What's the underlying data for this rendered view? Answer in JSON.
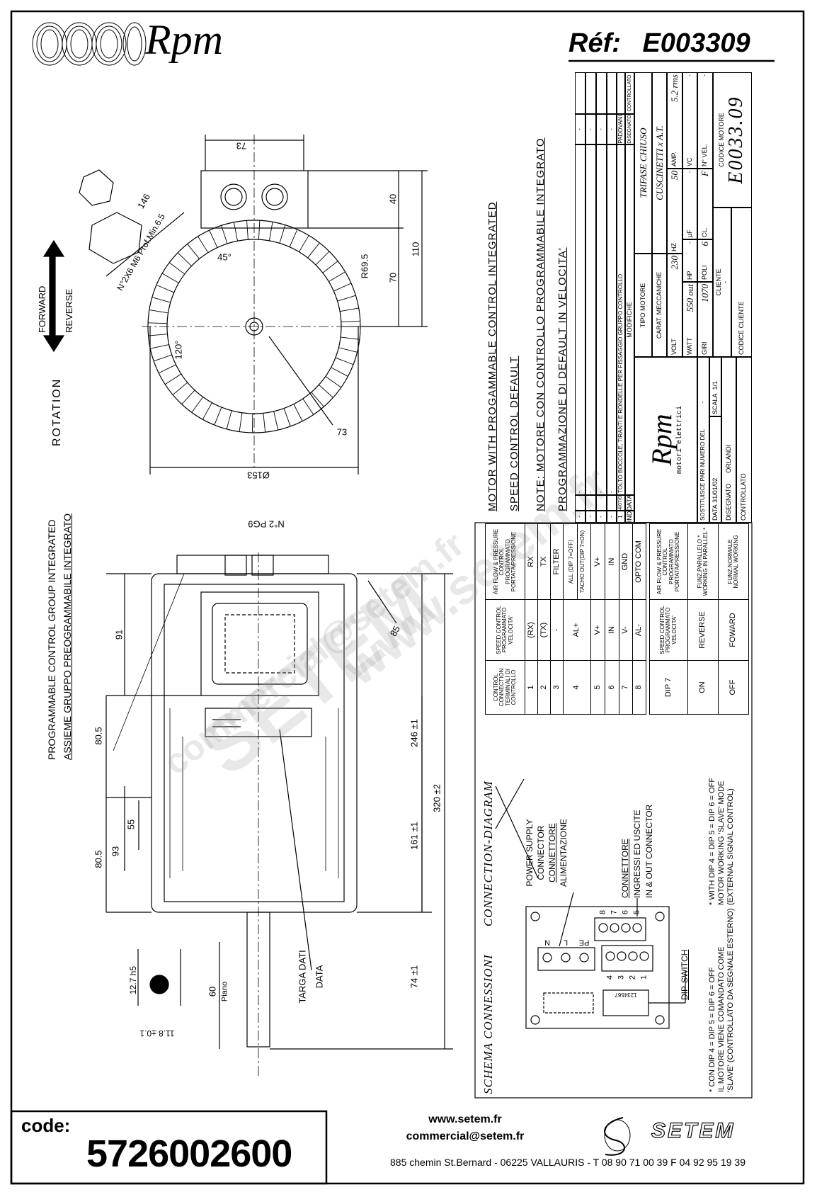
{
  "header": {
    "brand": "Rpm",
    "ref_label": "Réf:",
    "ref_value": "E003309"
  },
  "notes": [
    "MOTOR WITH PROGAMMABLE CONTROL INTEGRATED",
    "SPEED CONTROL DEFAULT",
    "NOTE: MOTORE CON CONTROLLO PROGRAMMABILE INTEGRATO",
    "PROGRAMMAZIONE DI DEFAULT IN VELOCITA'"
  ],
  "side_labels": {
    "group_en": "PROGRAMMABLE CONTROL GROUP INTEGRATED",
    "group_it": "ASSIEME GRUPPO PREOGRAMMABILE INTEGRATO",
    "rotation": "ROTATION",
    "forward": "FORWARD",
    "reverse": "REVERSE"
  },
  "dimensions": {
    "top_width": "73",
    "box_height": "40",
    "total_height": "110",
    "center_height": "70",
    "radius": "R69.5",
    "diag": "146",
    "holes": "N°2X6 M6 Prof.Min.6.5",
    "angle_45": "45°",
    "angle_120": "120°",
    "foot": "73",
    "diameter": "Ø153",
    "pg": "N°2 PG9",
    "d91": "91",
    "d85": "85",
    "d80a": "80.5",
    "d55": "55",
    "d80b": "80.5",
    "d93": "93",
    "d246": "246 ±1",
    "d161": "161 ±1",
    "d320": "320 ±2",
    "d74": "74 ±1",
    "d60": "60",
    "piano": "Piano",
    "shaft_d": "12.7 h5",
    "key": "11.8 ±0.1",
    "targa": "TARGA DATI",
    "targa_en": "DATA"
  },
  "title_block": {
    "revisions": [
      {
        "ind": "-",
        "data": "",
        "mod": "-",
        "dis": "-",
        "con": ""
      },
      {
        "ind": "-",
        "data": "",
        "mod": "-",
        "dis": "-",
        "con": ""
      },
      {
        "ind": "-",
        "data": "",
        "mod": "-",
        "dis": "-",
        "con": ""
      },
      {
        "ind": "-",
        "data": "",
        "mod": "-",
        "dis": "-",
        "con": ""
      },
      {
        "ind": "1",
        "data": "14/07/04",
        "mod": "TOLTO BOCCOLE, TIRANTI E RONDELLE PER FISSAGGIO GRUPPO CONTROLLO",
        "dis": "PADOVANI",
        "con": ""
      }
    ],
    "col_ind": "IND",
    "col_data": "DATA",
    "col_mod": "MODIFICHE",
    "col_dis": "DISEGNATO",
    "col_con": "CONTROLLATO",
    "logo_brand": "Rpm",
    "logo_sub": "motori elettrici",
    "sostituisce": "SOSTITUISCE PARI NUMERO DEL",
    "sostituisce_val": "-",
    "data_label": "DATA",
    "data_val": "31/01/02",
    "scala_label": "SCALA",
    "scala_val": "1/1",
    "disegnato_label": "DISEGNATO",
    "disegnato_val": "ORLANDI",
    "controllato_label": "CONTROLLATO",
    "tipo_label": "TIPO MOTORE",
    "tipo_val": "TRIFASE CHIUSO",
    "carat_label": "CARAT. MECCANICHE",
    "carat_val": "CUSCINETTI x A.T.",
    "volt_label": "VOLT",
    "volt_val": "230",
    "hz_label": "HZ",
    "hz_val": "50",
    "amp_label": "AMP.",
    "amp_val": "5.2 rms",
    "watt_label": "WATT",
    "watt_val": "550 out",
    "hp_label": "HP",
    "hp_val": "-",
    "uf_label": "µF",
    "uf_val": "-",
    "vc_label": "VC",
    "vc_val": "-",
    "giri_label": "GIRI",
    "giri_val": "1070",
    "poli_label": "POLI",
    "poli_val": "6",
    "cl_label": "CL.",
    "cl_val": "F",
    "nvel_label": "N° VEL.",
    "nvel_val": "-",
    "cliente_label": "CLIENTE",
    "cliente_val": "-",
    "codice_cliente_label": "CODICE CLIENTE",
    "codice_motore_label": "CODICE MOTORE",
    "codice_motore_val": "E0033.09"
  },
  "connection_table": {
    "headers": [
      "CONTROL CONNECTION TERMINALI DI CONTROLLO",
      "SPEED CONTROL PROGRAMMATO VELOCITA'",
      "AIR FLOW & PRESSURE CONTROL PROGRAMMATO PORTATA/PRESSIONE"
    ],
    "rows": [
      [
        "1",
        "(RX)",
        "RX"
      ],
      [
        "2",
        "(TX)",
        "TX"
      ],
      [
        "3",
        "-",
        "FILTER"
      ],
      [
        "4",
        "AL+",
        "ALL (DIP 7=OFF)",
        "TACHO OUT(DIP 7=ON)"
      ],
      [
        "5",
        "V+",
        "V+"
      ],
      [
        "6",
        "IN",
        "IN"
      ],
      [
        "7",
        "V-",
        "GND"
      ],
      [
        "8",
        "AL-",
        "OPTO COM"
      ]
    ]
  },
  "dip_table": {
    "headers": [
      "DIP 7",
      "SPEED CONTROL PROGRAMMATO VELOCITA'",
      "AIR FLOW & PRESSURE CONTROL PROGRAMMATO PORTATA/PRESSIONE"
    ],
    "rows": [
      [
        "ON",
        "REVERSE",
        "FUNZ.PARALLELO *",
        "WORKING IN PARALLEL *"
      ],
      [
        "OFF",
        "FOWARD",
        "FUNZ.NORMALE",
        "NORMAL WORKING"
      ]
    ]
  },
  "diagram": {
    "title_it": "SCHEMA CONNESSIONI",
    "title_en": "CONNECTION-DIAGRAM",
    "power_en_1": "POWER SUPPLY",
    "power_en_2": "CONNECTOR",
    "power_it_1": "CONNETTORE",
    "power_it_2": "ALIMENTAZIONE",
    "io_it_1": "CONNETTORE",
    "io_it_2": "INGRESSI ED USCITE",
    "io_en": "IN & OUT CONNECTOR",
    "dip_switch": "DIP-SWITCH",
    "power_terminals": [
      "N",
      "L",
      "PE"
    ],
    "io_terminals_top": [
      "8",
      "7",
      "6",
      "5"
    ],
    "io_terminals_bottom": [
      "4",
      "3",
      "2",
      "1"
    ],
    "dip_numbers": "1234567"
  },
  "dip_notes": {
    "it": [
      "* CON DIP 4 = DIP 5 = DIP 6 = OFF",
      "IL MOTORE VIENE COMANDATO COME",
      "'SLAVE' (CONTROLLATO DA SEGNALE ESTERNO)"
    ],
    "en": [
      "* WITH DIP 4 = DIP 5 = DIP 6 = OFF",
      "MOTOR WORKING 'SLAVE' MODE",
      "(EXTERNAL SIGNAL CONTROL)"
    ]
  },
  "footer": {
    "code_label": "code:",
    "code_value": "5726002600",
    "website": "www.setem.fr",
    "email": "commercial@setem.fr",
    "address": "885 chemin St.Bernard  -  06225 VALLAURIS  -  T 08 90 71 00 39   F 04 92 95 19 39",
    "brand": "SETEM"
  },
  "watermark": {
    "site": "www.setem.fr",
    "brand": "SETEM",
    "email": "commercial@setem.fr"
  }
}
